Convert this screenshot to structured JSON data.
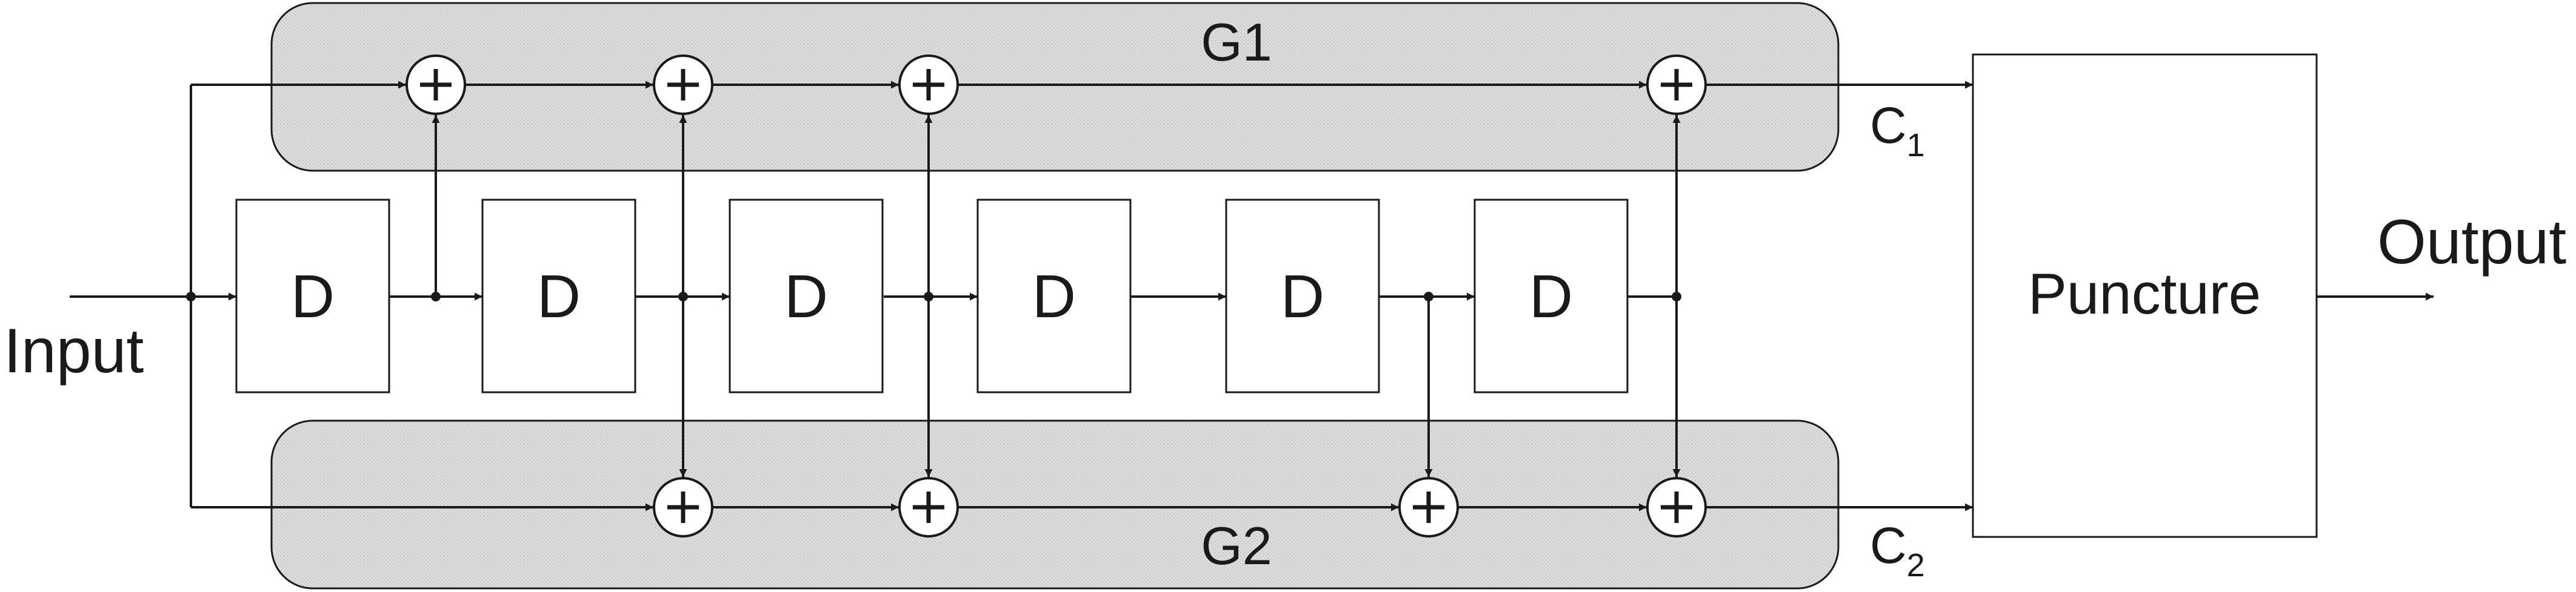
{
  "labels": {
    "input": "Input",
    "output": "Output",
    "puncture": "Puncture",
    "g1": "G1",
    "g2": "G2",
    "c1_letter": "C",
    "c1_sub": "1",
    "c2_letter": "C",
    "c2_sub": "2"
  },
  "delay_label": "D",
  "delay_count": 6,
  "adder_symbol": "+",
  "colors": {
    "line": "#1a1a1a",
    "band_fill": "#d9d9d9",
    "background": "#ffffff"
  }
}
